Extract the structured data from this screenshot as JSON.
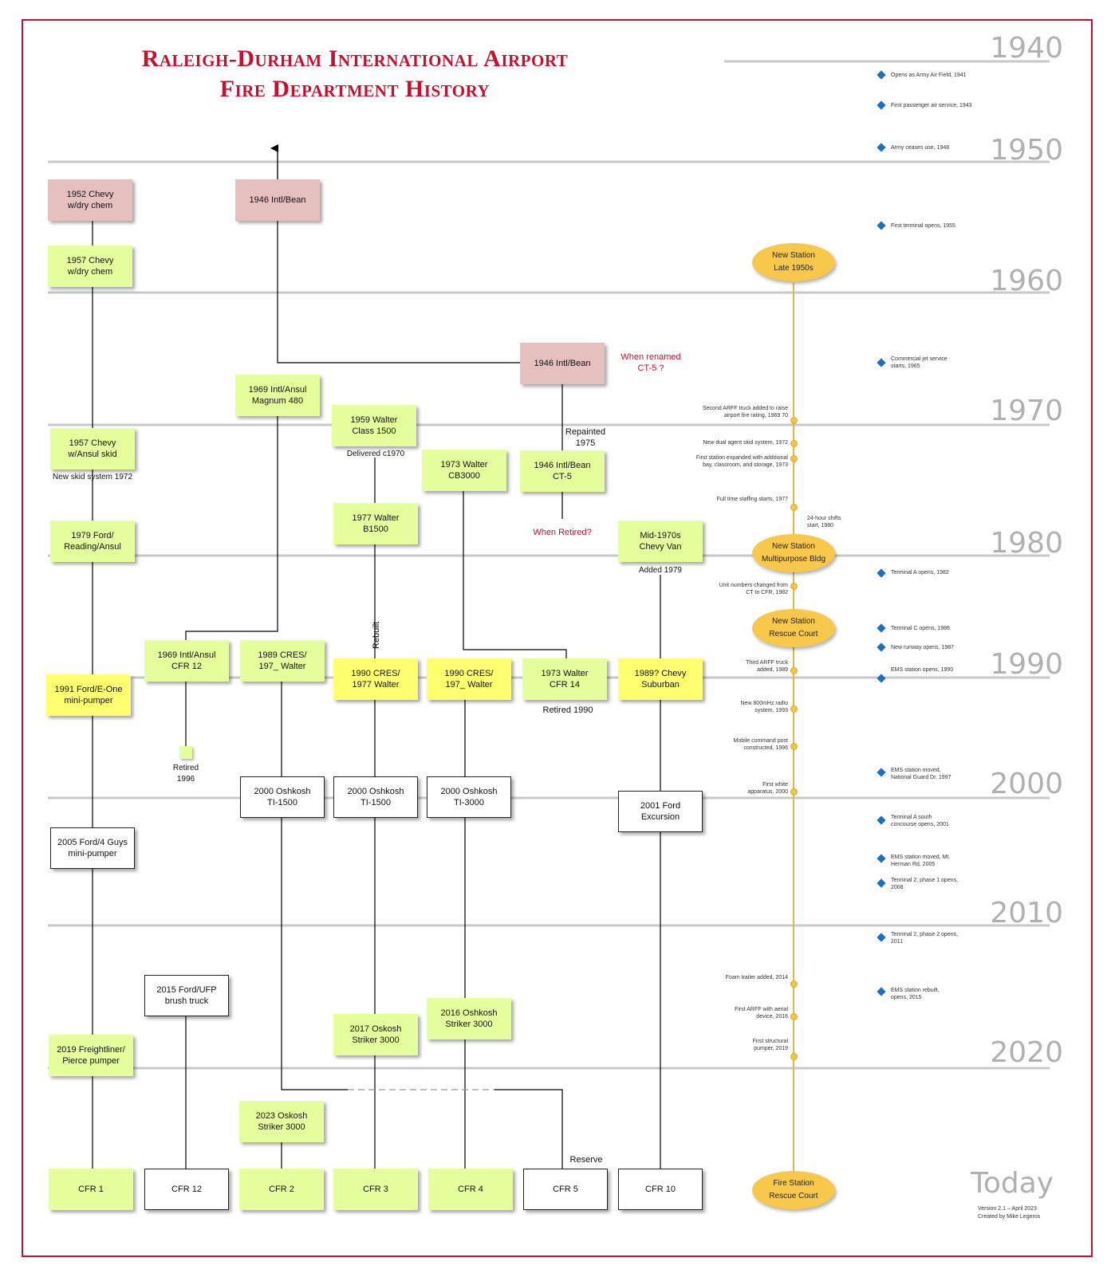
{
  "title": {
    "line1": "Raleigh-Durham International Airport",
    "line2": "Fire Department History"
  },
  "decades": [
    "1940",
    "1950",
    "1960",
    "1970",
    "1980",
    "1990",
    "2000",
    "2010",
    "2020"
  ],
  "today_label": "Today",
  "version": "Version 2.1 – April 2023\nCreated by Mike Legeros",
  "colors": {
    "frame": "#c8102e",
    "pink": "#e6bfbf",
    "lime": "#e5ff9c",
    "yellow": "#ffff70",
    "oval": "#f7c84a",
    "diamond": "#1f6fc0"
  },
  "boxes": {
    "b1952": "1952 Chevy\nw/dry chem",
    "b1957a": "1957 Chevy\nw/dry chem",
    "b1957b": "1957 Chevy\nw/Ansul skid",
    "b1979": "1979 Ford/\nReading/Ansul",
    "b1991": "1991 Ford/E-One\nmini-pumper",
    "b2005": "2005 Ford/4 Guys\nmini-pumper",
    "b2019": "2019 Freightliner/\nPierce pumper",
    "b1946a": "1946 Intl/Bean",
    "b1969a": "1969 Intl/Ansul\nMagnum 480",
    "b1969b": "1969 Intl/Ansul\nCFR 12",
    "b2015": "2015 Ford/UFP\nbrush truck",
    "b1989": "1989 CRES/\n197_ Walter",
    "b2000a": "2000 Oshkosh\nTI-1500",
    "b2023": "2023 Oskosh\nStriker 3000",
    "b1959": "1959 Walter\nClass 1500",
    "b1977": "1977 Walter\nB1500",
    "b1990a": "1990 CRES/\n1977 Walter",
    "b2000b": "2000 Oshkosh\nTI-1500",
    "b2017": "2017 Oskosh\nStriker 3000",
    "b1973a": "1973 Walter\nCB3000",
    "b1990b": "1990 CRES/\n197_ Walter",
    "b2000c": "2000 Oshkosh\nTI-3000",
    "b2016": "2016 Oshkosh\nStriker 3000",
    "b1946b": "1946 Intl/Bean",
    "b1946c": "1946 Intl/Bean\nCT-5",
    "b1973b": "1973 Walter\nCFR 14",
    "bmid70": "Mid-1970s\nChevy Van",
    "b1989c": "1989? Chevy\nSuburban",
    "b2001": "2001 Ford\nExcursion",
    "cfr1": "CFR 1",
    "cfr12": "CFR 12",
    "cfr2": "CFR 2",
    "cfr3": "CFR 3",
    "cfr4": "CFR 4",
    "cfr5": "CFR 5",
    "cfr10": "CFR 10"
  },
  "notes": {
    "new_skid": "New skid system 1972",
    "retired_1996": "Retired\n1996",
    "delivered": "Delivered c1970",
    "rebuilt": "Rebuilt",
    "when_renamed": "When renamed\nCT-5 ?",
    "repainted": "Repainted\n1975",
    "when_retired": "When Retired?",
    "retired_1990": "Retired 1990",
    "added_1979": "Added 1979",
    "reserve": "Reserve",
    "shifts": "24-hour shifts\nstart, 1980"
  },
  "stations": {
    "s1": "New Station\nLate 1950s",
    "s2": "New Station\nMultipurpose Bldg",
    "s3": "New Station\nRescue Court",
    "s4": "Fire Station\nRescue Court"
  },
  "station_events": [
    "Second ARFF truck added to raise\nairport fire rating, 1969 70",
    "New dual agent skid system, 1972",
    "First station expanded with additional\nbay, classroom, and storage, 1973",
    "Full time staffing starts, 1977",
    "Unit numbers changed from\nCT to CFR, 1982",
    "Third ARFF truck\nadded, 1989",
    "New 800mHz radio\nsystem, 1993",
    "Mobile command post\nconstructed, 1996",
    "First white\napparatus, 2000",
    "Foam trailer added, 2014",
    "First ARFF with aerial\ndevice, 2016",
    "First structural\npumper, 2019"
  ],
  "airport_events": [
    "Opens as Army Air Field, 1941",
    "First passenger air service, 1943",
    "Army ceases use, 1948",
    "First terminal opens, 1955",
    "Commercial jet service\nstarts, 1965",
    "Terminal A opens, 1982",
    "Terminal C opens, 1986",
    "New runway opens, 1987",
    "EMS station opens, 1990",
    "EMS station moved,\nNational Guard Dr, 1997",
    "Terminal A south\nconcourse opens, 2001",
    "EMS station moved, Mt.\nHerman Rd, 2005",
    "Terminal 2, phase 1 opens,\n2008",
    "Terminal 2, phase 2 opens,\n2011",
    "EMS station rebuilt,\nopens, 2015"
  ]
}
